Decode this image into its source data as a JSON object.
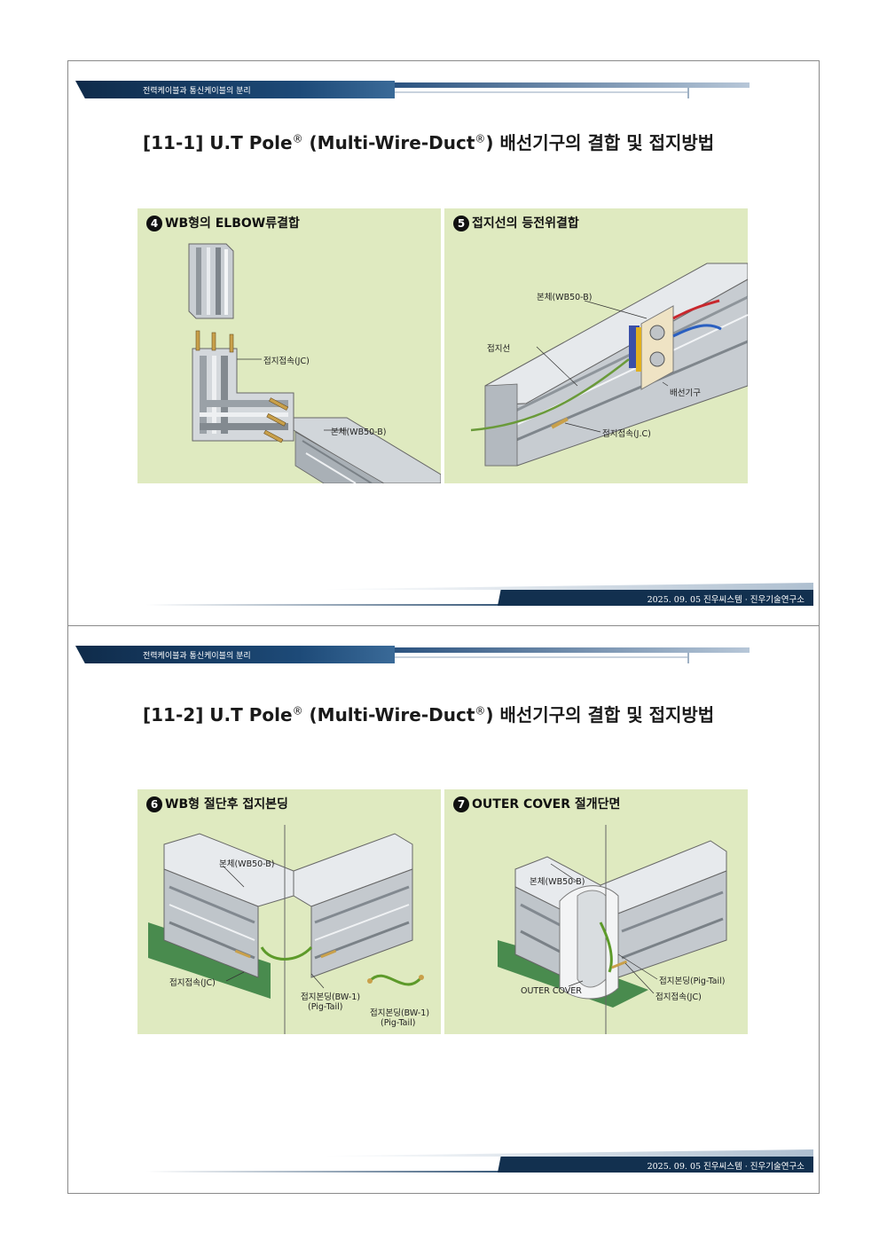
{
  "slides": [
    {
      "header": "전력케이블과 통신케이블의 분리",
      "title_main": "[11-1]  U.T Pole",
      "title_mid": " (Multi-Wire-Duct",
      "title_end": ") 배선기구의 결합 및 접지방법",
      "reg": "®",
      "panels": [
        {
          "number": "4",
          "title": "WB형의 ELBOW류결합",
          "callouts": [
            "접지접속(JC)",
            "본체(WB50-B)"
          ]
        },
        {
          "number": "5",
          "title": "접지선의 등전위결합",
          "callouts": [
            "본체(WB50-B)",
            "접지선",
            "배선기구",
            "접지접속(J.C)"
          ]
        }
      ],
      "footer": "2025. 09. 05 진우씨스템 · 진우기술연구소"
    },
    {
      "header": "전력케이블과 통신케이블의 분리",
      "title_main": "[11-2]  U.T Pole",
      "title_mid": " (Multi-Wire-Duct",
      "title_end": ") 배선기구의 결합 및 접지방법",
      "reg": "®",
      "panels": [
        {
          "number": "6",
          "title": "WB형 절단후 접지본딩",
          "callouts": [
            "본체(WB50-B)",
            "접지접속(JC)",
            "접지본딩(BW-1)",
            "(Pig-Tail)",
            "접지본딩(BW-1)",
            "(Pig-Tail)"
          ]
        },
        {
          "number": "7",
          "title": "OUTER COVER 절개단면",
          "callouts": [
            "본체(WB50-B)",
            "OUTER COVER",
            "접지본딩(Pig-Tail)",
            "접지접속(JC)"
          ]
        }
      ],
      "footer": "2025. 09. 05 진우씨스템 · 진우기술연구소"
    }
  ]
}
